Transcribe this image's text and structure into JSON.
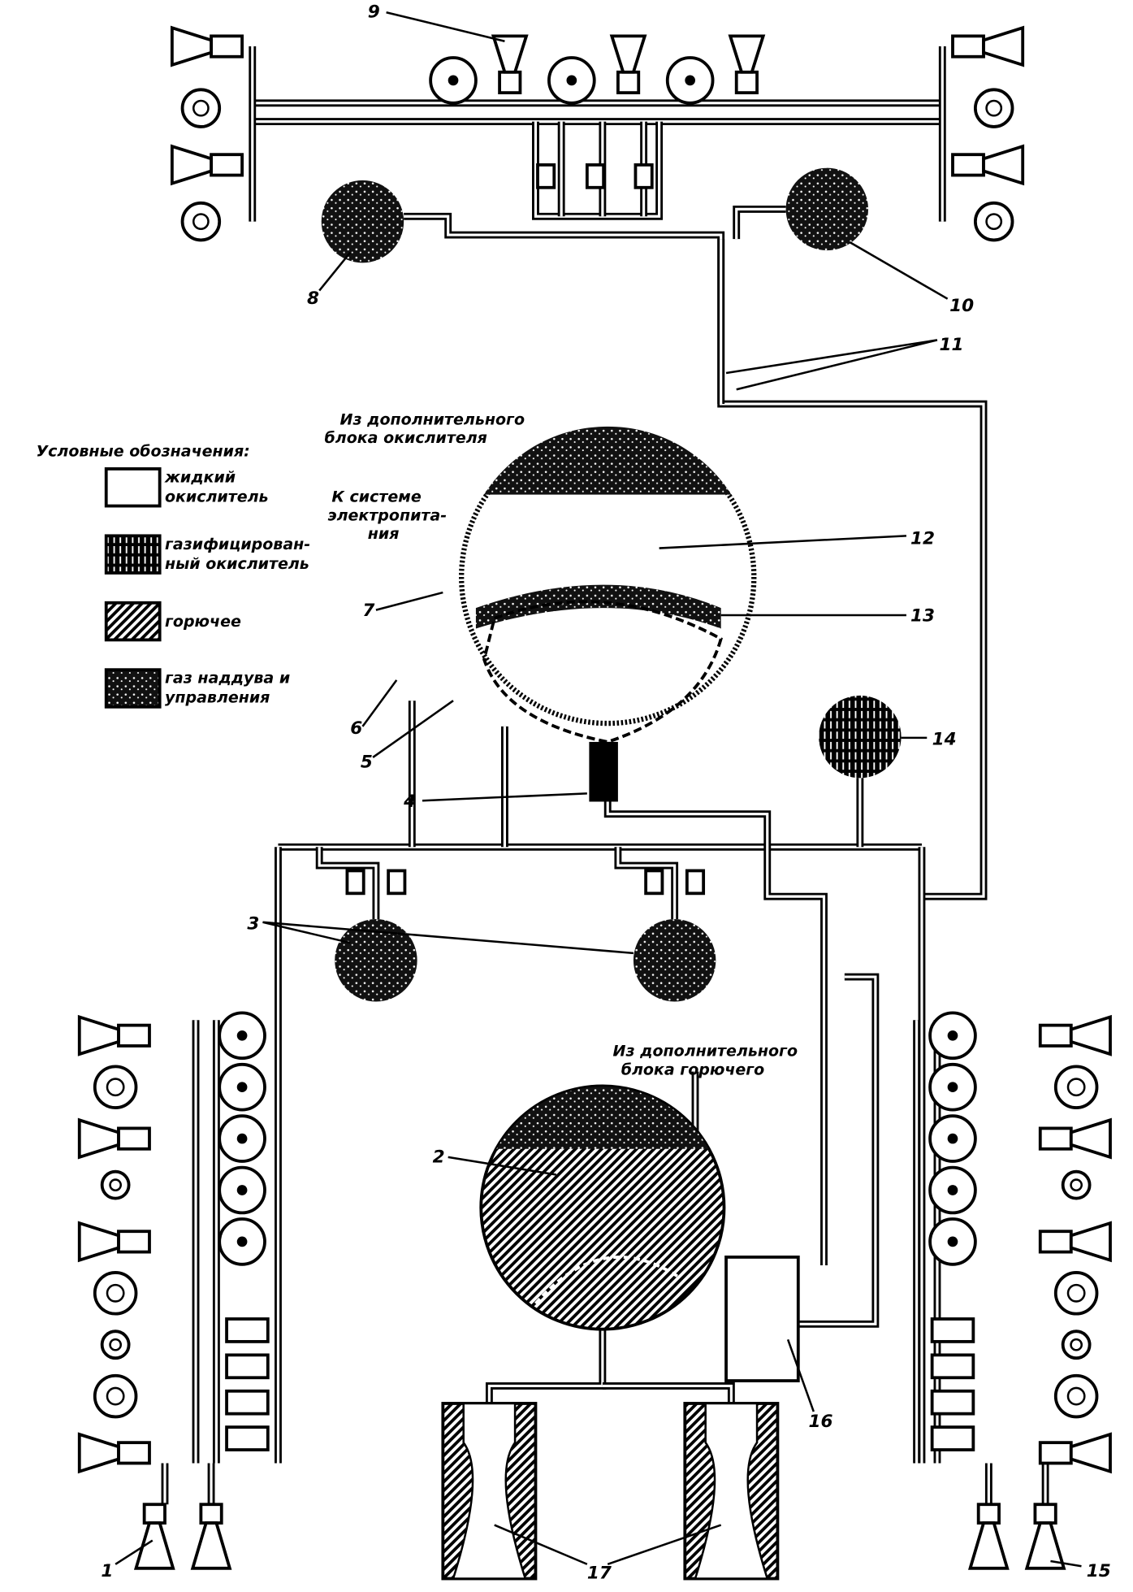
{
  "legend": {
    "title": "Условные обозначения:",
    "items": [
      {
        "line1": "жидкий",
        "line2": "окислитель",
        "fill": "liquid-oxidizer"
      },
      {
        "line1": "газифицирован-",
        "line2": "ный окислитель",
        "fill": "gasified-oxidizer"
      },
      {
        "line1": "горючее",
        "line2": "",
        "fill": "fuel"
      },
      {
        "line1": "газ наддува и",
        "line2": "управления",
        "fill": "pressurization-gas"
      }
    ]
  },
  "annotations": {
    "oxidizer_source": {
      "line1": "Из дополнительного",
      "line2": "блока окислителя"
    },
    "power_system": {
      "line1": "К системе",
      "line2": "электропита-",
      "line3": "ния"
    },
    "fuel_source": {
      "line1": "Из дополнительного",
      "line2": "блока горючего"
    }
  },
  "labels": [
    "1",
    "2",
    "3",
    "4",
    "5",
    "6",
    "7",
    "8",
    "9",
    "10",
    "11",
    "12",
    "13",
    "14",
    "15",
    "16",
    "17"
  ],
  "colors": {
    "ink": "#000000",
    "paper": "#ffffff"
  }
}
